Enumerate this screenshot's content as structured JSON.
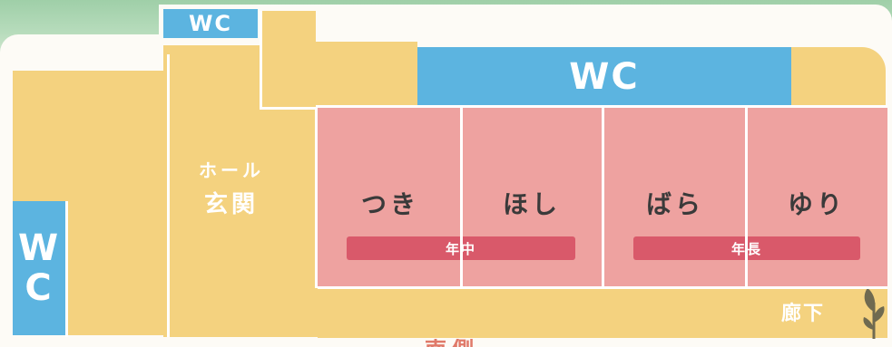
{
  "map": {
    "wc_top_small": "WC",
    "wc_top_large": "WC",
    "wc_left": "WC",
    "hall_line1": "ホール",
    "hall_line2": "玄関",
    "corridor": "廊下",
    "classes": [
      {
        "name": "つき"
      },
      {
        "name": "ほし"
      },
      {
        "name": "ばら"
      },
      {
        "name": "ゆり"
      }
    ],
    "grades": [
      {
        "label": "年中"
      },
      {
        "label": "年長"
      }
    ],
    "bottom_cut_label": "南側"
  },
  "colors": {
    "hall_yellow": "#f4d27f",
    "wc_blue": "#5cb4e0",
    "classroom_pink": "#eea2a0",
    "grade_bar_red": "#d9596a",
    "garden_green": "#9fcfa8"
  }
}
